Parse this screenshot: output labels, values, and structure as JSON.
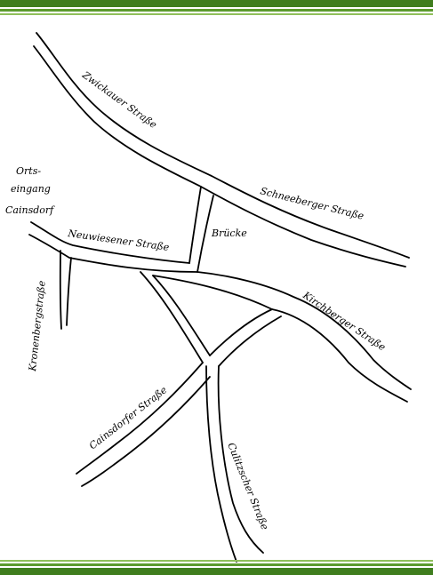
{
  "labels": {
    "zwickauer": "Zwickauer Straße",
    "schneeberger": "Schneeberger Straße",
    "ortseingang_1": "Orts-",
    "ortseingang_2": "eingang",
    "ortseingang_3": "Cainsdorf",
    "neuwiesener": "Neuwiesener Straße",
    "bruecke": "Brücke",
    "kronenberg": "Kronenbergstraße",
    "kirchberger": "Kirchberger Straße",
    "cainsdorfer": "Cainsdorfer Straße",
    "culitzscher": "Culitzscher Straße"
  },
  "colors": {
    "band": "#3f7d1e",
    "road": "#000000"
  }
}
